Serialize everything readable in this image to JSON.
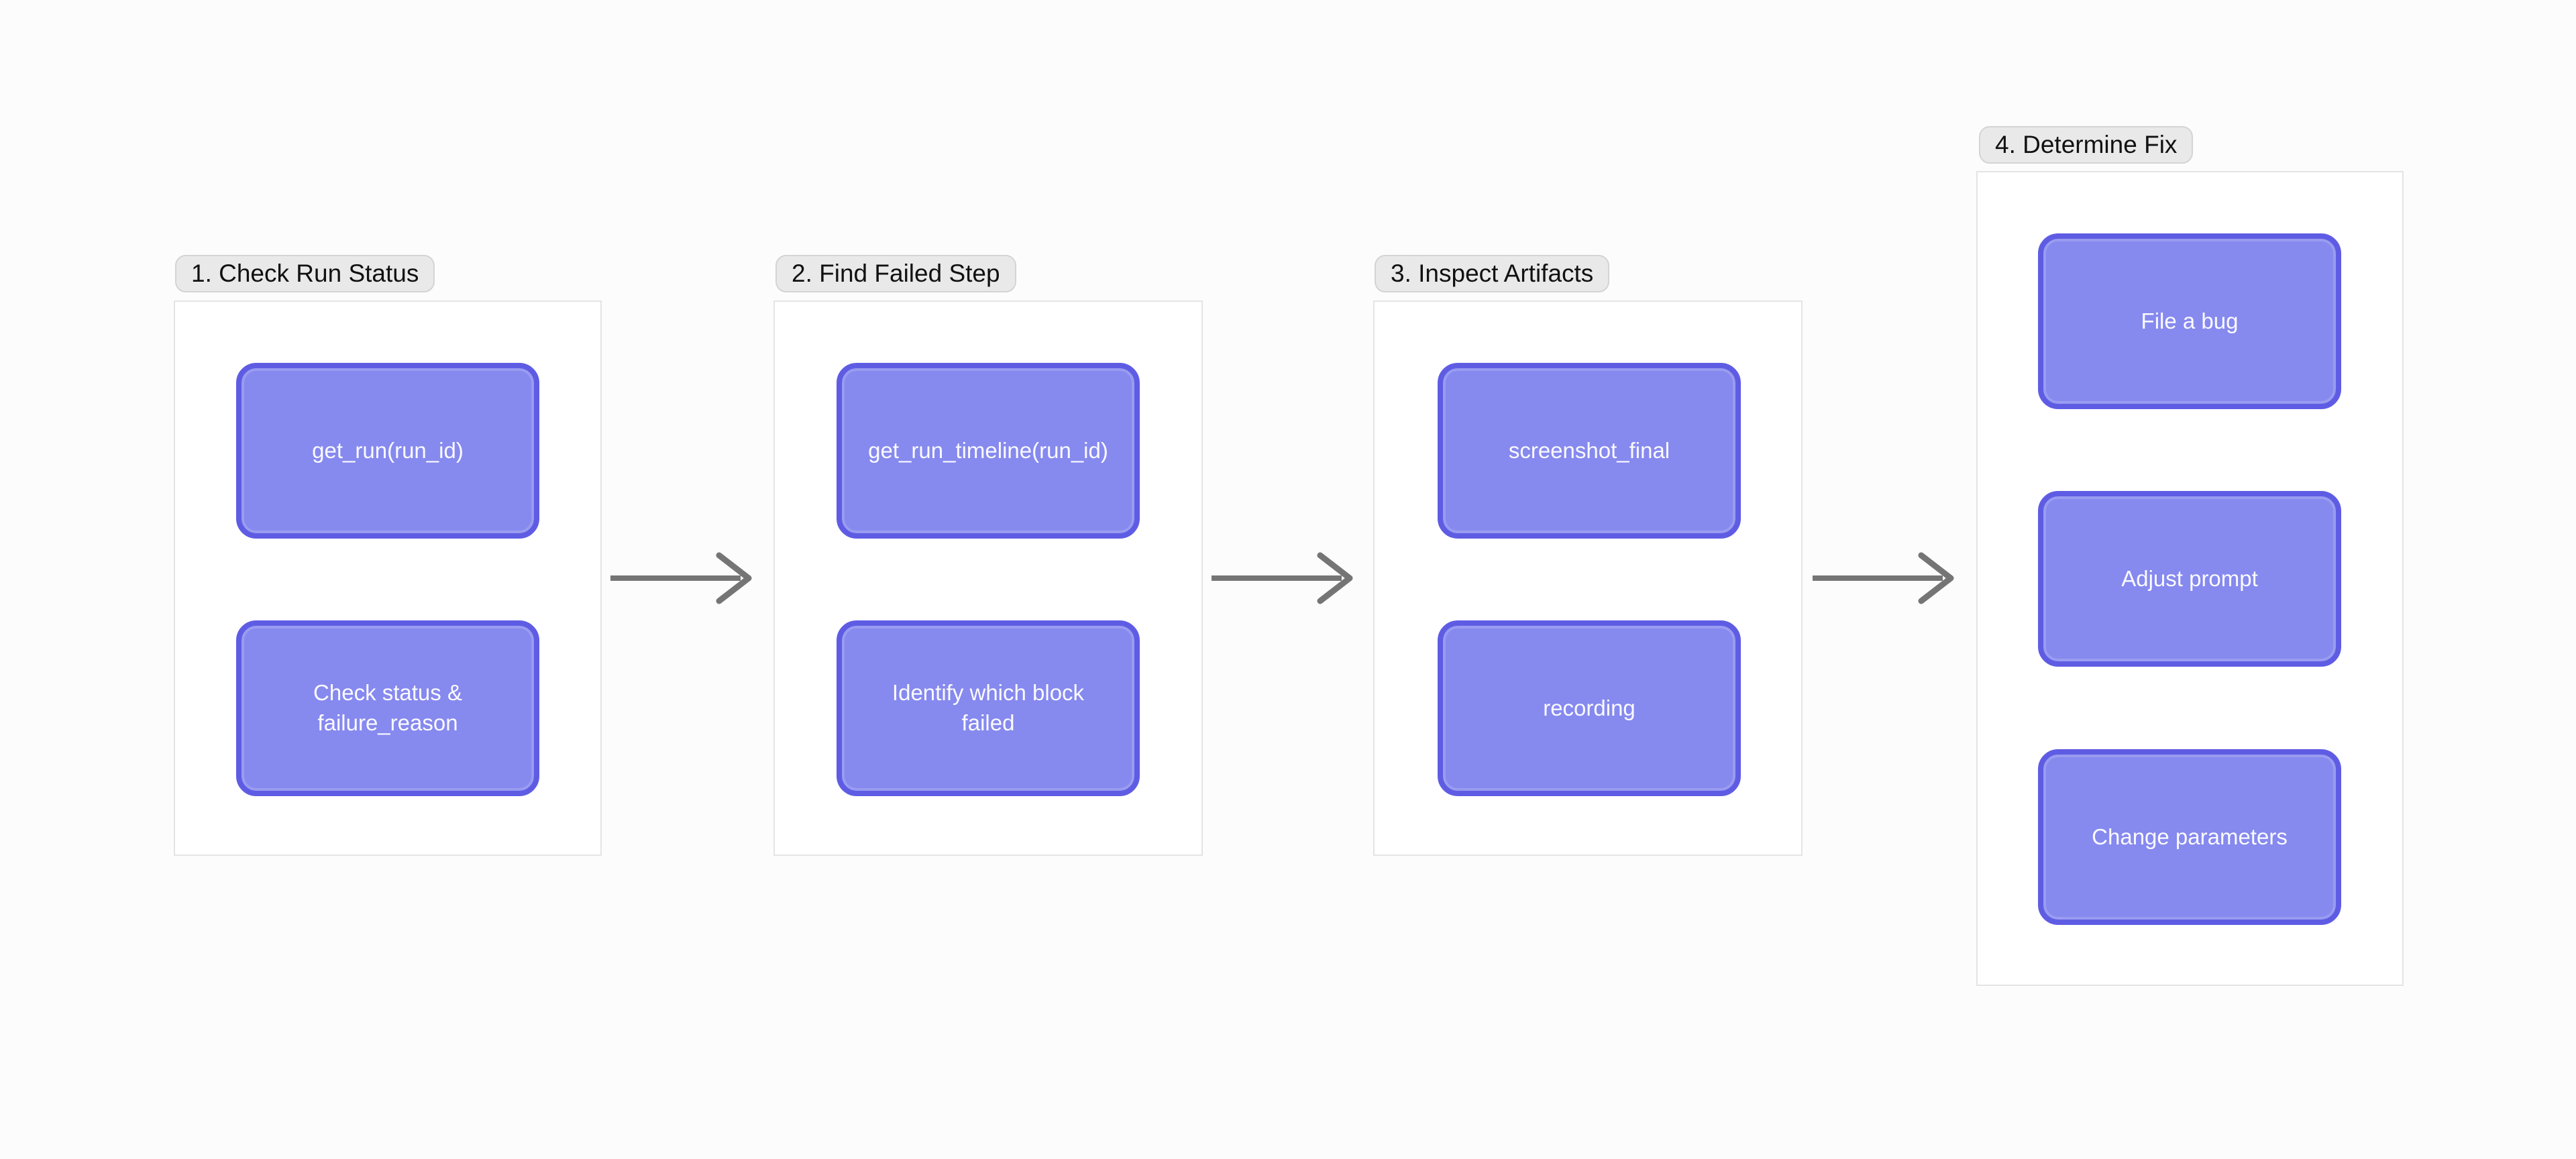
{
  "colors": {
    "canvas-bg": "#fcfcfc",
    "frame-bg": "#ffffff",
    "frame-border": "#e4e4e4",
    "pill-bg": "#e9e9e9",
    "pill-border": "#d4d4d4",
    "pill-text": "#111111",
    "node-fill": "#8689ee",
    "node-border": "#5f5ce4",
    "node-text": "#fafaff",
    "arrow": "#757575"
  },
  "groups": [
    {
      "label": "1. Check Run Status",
      "nodes": [
        "get_run(run_id)",
        "Check status & failure_reason"
      ]
    },
    {
      "label": "2. Find Failed Step",
      "nodes": [
        "get_run_timeline(run_id)",
        "Identify which block failed"
      ]
    },
    {
      "label": "3. Inspect Artifacts",
      "nodes": [
        "screenshot_final",
        "recording"
      ]
    },
    {
      "label": "4. Determine Fix",
      "nodes": [
        "File a bug",
        "Adjust prompt",
        "Change parameters"
      ]
    }
  ],
  "arrows": [
    {
      "from": "1. Check Run Status",
      "to": "2. Find Failed Step"
    },
    {
      "from": "2. Find Failed Step",
      "to": "3. Inspect Artifacts"
    },
    {
      "from": "3. Inspect Artifacts",
      "to": "4. Determine Fix"
    }
  ]
}
